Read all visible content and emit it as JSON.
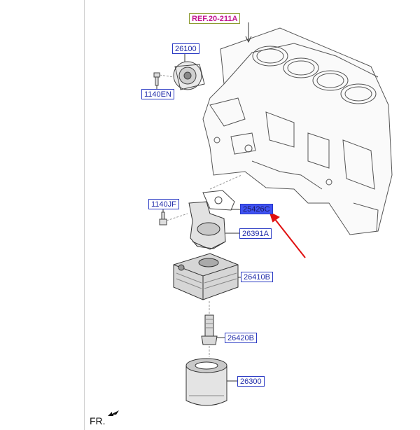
{
  "callouts": {
    "ref": "REF.20-211A",
    "c26100": "26100",
    "c1140en": "1140EN",
    "c1140jf": "1140JF",
    "c25426c": "25426C",
    "c26391a": "26391A",
    "c26410b": "26410B",
    "c26420b": "26420B",
    "c26300": "26300"
  },
  "direction_label": "FR.",
  "colors": {
    "callout_border": "#2b3bc4",
    "callout_text": "#1e2aa8",
    "highlight_fill": "#3f52f2",
    "ref_text": "#c2178f",
    "annotation_arrow": "#e01010"
  }
}
